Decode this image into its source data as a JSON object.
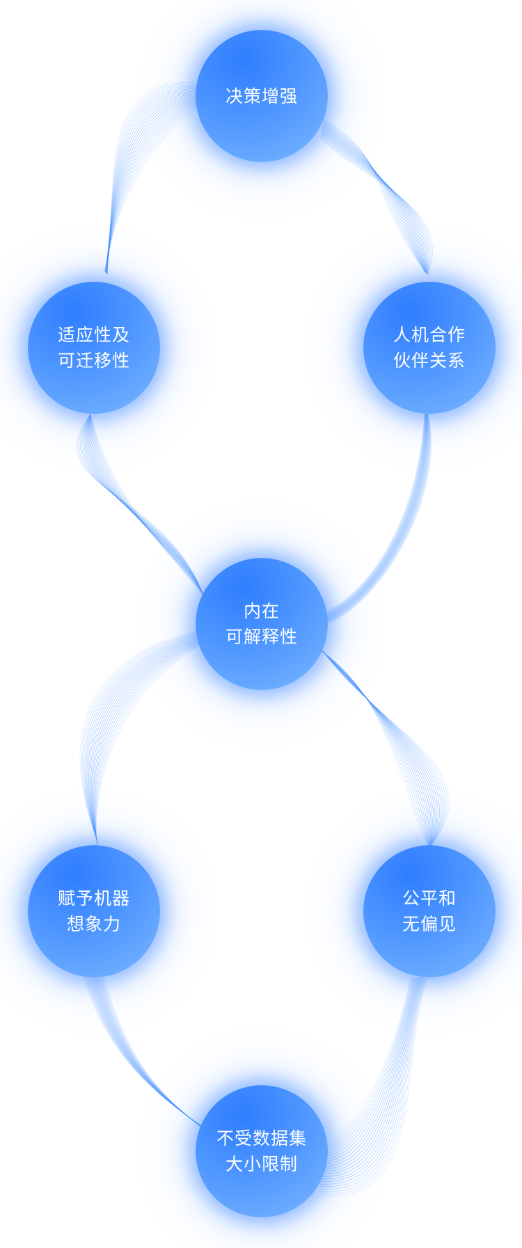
{
  "diagram": {
    "accent_color": "#4a93ff",
    "ribbon_color": "#3d8bff",
    "nodes": [
      {
        "id": "decision",
        "lines": [
          "决策增强"
        ]
      },
      {
        "id": "adaptability",
        "lines": [
          "适应性及",
          "可迁移性"
        ]
      },
      {
        "id": "collaboration",
        "lines": [
          "人机合作",
          "伙伴关系"
        ]
      },
      {
        "id": "interpretability",
        "lines": [
          "内在",
          "可解释性"
        ]
      },
      {
        "id": "imagination",
        "lines": [
          "赋予机器",
          "想象力"
        ]
      },
      {
        "id": "fairness",
        "lines": [
          "公平和",
          "无偏见"
        ]
      },
      {
        "id": "dataset",
        "lines": [
          "不受数据集",
          "大小限制"
        ]
      }
    ]
  }
}
